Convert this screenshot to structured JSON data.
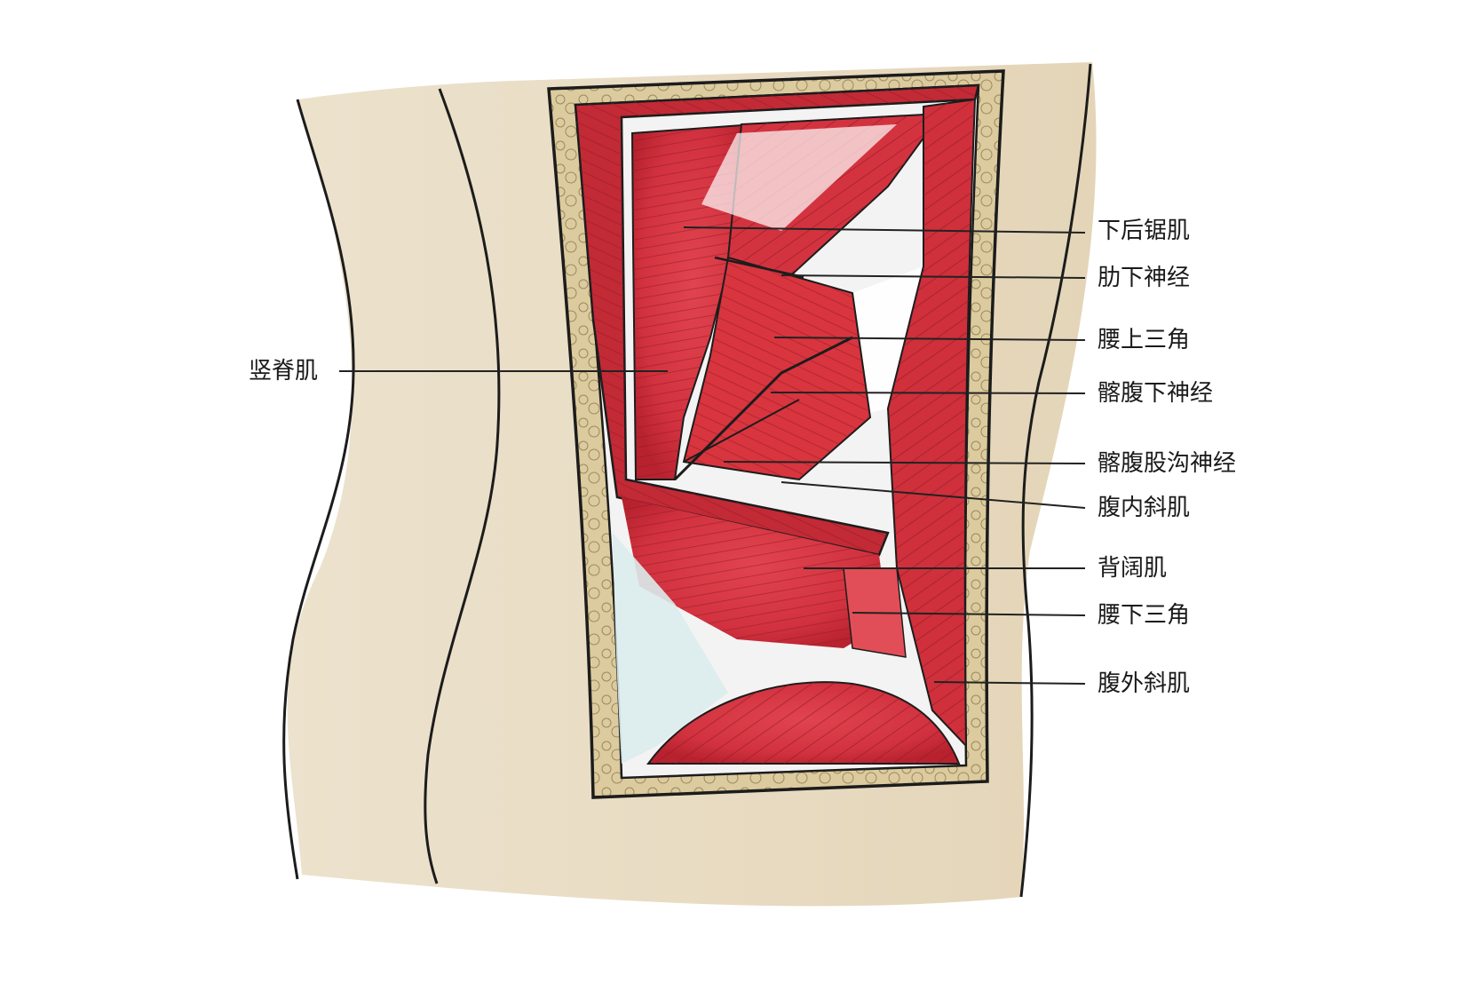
{
  "labels": {
    "erector_spinae": "竖脊肌",
    "serratus_posterior_inferior": "下后锯肌",
    "subcostal_nerve": "肋下神经",
    "superior_lumbar_triangle": "腰上三角",
    "iliohypogastric_nerve": "髂腹下神经",
    "ilioinguinal_nerve": "髂腹股沟神经",
    "internal_oblique": "腹内斜肌",
    "latissimus_dorsi": "背阔肌",
    "inferior_lumbar_triangle": "腰下三角",
    "external_oblique": "腹外斜肌"
  },
  "colors": {
    "skin": "#e9dcc4",
    "skin_shadow": "#d8c6a4",
    "outline": "#1c1c1c",
    "fat": "#d9c79d",
    "muscle": "#d93a45",
    "muscle_dark": "#a8202c",
    "muscle_light": "#ec7a80",
    "fascia": "#ffffff",
    "fascia_tint": "#d8ecec",
    "leader": "#222222"
  }
}
